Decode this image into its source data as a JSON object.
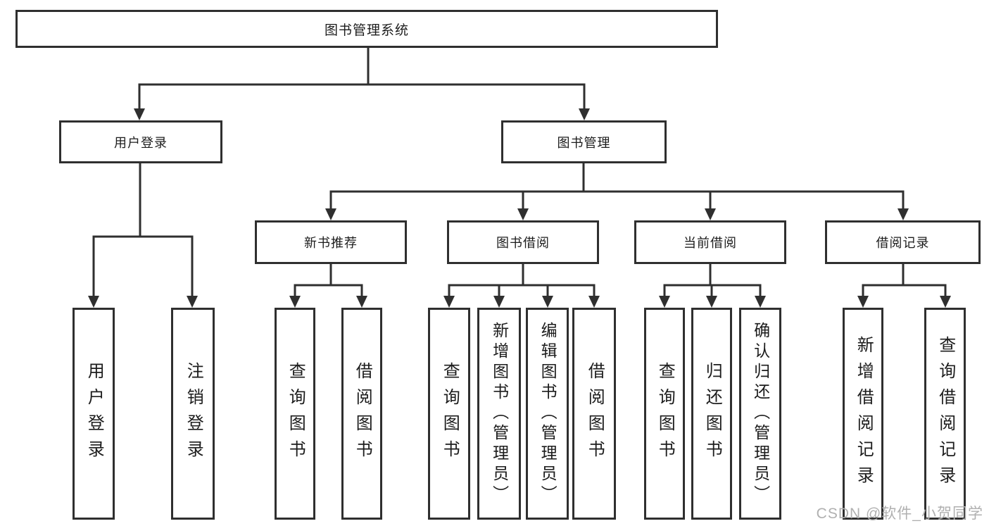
{
  "title_node": "图书管理系统",
  "level2": {
    "user_login": "用户登录",
    "book_management": "图书管理"
  },
  "level3": {
    "new_book_recommendation": "新书推荐",
    "book_borrowing": "图书借阅",
    "current_borrowing": "当前借阅",
    "borrowing_records": "借阅记录"
  },
  "leaves": {
    "user_login": [
      "用户登录",
      "注销登录"
    ],
    "new_book_recommendation": [
      "查询图书",
      "借阅图书"
    ],
    "book_borrowing": [
      "查询图书",
      "新增图书（管理员）",
      "编辑图书（管理员）",
      "借阅图书"
    ],
    "current_borrowing": [
      "查询图书",
      "归还图书",
      "确认归还（管理员）"
    ],
    "borrowing_records": [
      "新增借阅记录",
      "查询借阅记录"
    ]
  },
  "watermark": "CSDN @软件_小贺同学",
  "colors": {
    "line": "#2f2f2f",
    "text": "#1c1c1c",
    "watermark": "#b0b0b0",
    "background": "#ffffff"
  }
}
